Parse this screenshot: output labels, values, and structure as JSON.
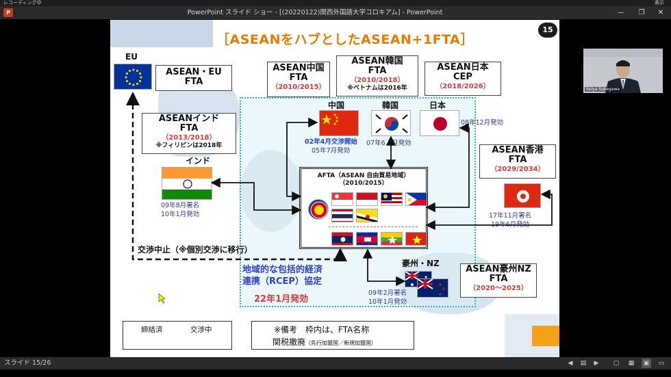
{
  "app": {
    "top_left_text": "レコーディング中",
    "top_right_text": "表示",
    "window_title": "PowerPoint スライド ショー - [(20220122)関西外国語大学コロキアム] - PowerPoint",
    "ppt_icon_letter": "P",
    "min_label": "—",
    "restore_label": "❐",
    "close_label": "✕"
  },
  "slide": {
    "title": "［ASEANをハブとしたASEAN+1FTA］",
    "page_number": "15",
    "boxes": {
      "asean_eu": {
        "title": "ASEAN・EU\nFTA"
      },
      "asean_china": {
        "title": "ASEAN中国\nFTA",
        "years": "（2010/2015）"
      },
      "asean_korea": {
        "title": "ASEAN韓国\nFTA",
        "years": "（2010/2018）",
        "note": "※ベトナムは2016年"
      },
      "asean_japan": {
        "title": "ASEAN日本\nCEP",
        "years": "（2018/2026）"
      },
      "asean_india": {
        "title": "ASEANインド\nFTA",
        "years": "（2013/2018）",
        "note": "※フィリピンは2018年"
      },
      "asean_hk": {
        "title": "ASEAN香港\nFTA",
        "years": "（2029/2034）"
      },
      "asean_anz": {
        "title": "ASEAN豪州NZ\nFTA",
        "years": "（2020～2025）"
      }
    },
    "countries": {
      "eu": "EU",
      "china": "中国",
      "korea": "韓国",
      "japan": "日本",
      "india": "インド",
      "anz": "豪州・NZ"
    },
    "notes": {
      "china_red": "02年4月交渉開始",
      "china": "05年7月発効",
      "korea": "07年6　月発効",
      "japan": "08年12月発効",
      "india_1": "09年8月署名",
      "india_2": "10年1月発効",
      "hk_1": "17年11月署名",
      "hk_2": "19年6月発効",
      "anz_1": "09年2月署名",
      "anz_2": "10年1月発効"
    },
    "afta": {
      "title_1": "AFTA（ASEAN 自由貿易地域）",
      "title_2": "（2010/2015）"
    },
    "stop_label": "交渉中止（※個別交渉に移行）",
    "rcep": {
      "line_1": "地域的な包括的経済",
      "line_2": "連携（RCEP）協定",
      "date": "22年1月発効"
    },
    "legend": {
      "concluded": "締結済",
      "negotiating": "交渉中"
    },
    "bikou": {
      "line_1": "※備考　枠内は、FTA名称",
      "line_2": "関税撤廃",
      "line_2_small": "（先行加盟国／新規加盟国）"
    }
  },
  "video": {
    "name": "Seiya Sukegawa"
  },
  "status": {
    "slide_indicator": "スライド 15/26"
  },
  "colors": {
    "title_orange": "#e57c00",
    "red_text": "#d63a3a",
    "blue_text": "#2b3a94",
    "rcep_blue": "#2a42c8",
    "teal_border": "#2fb3a8"
  }
}
